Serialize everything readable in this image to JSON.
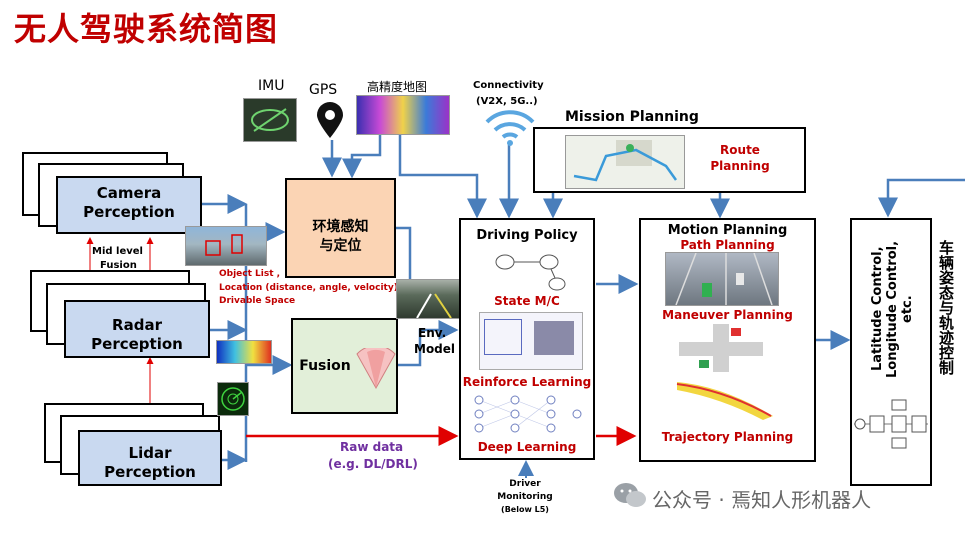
{
  "title": "无人驾驶系统简图",
  "sensors": {
    "imu": "IMU",
    "gps": "GPS",
    "hdmap": "高精度地图",
    "connectivity_line1": "Connectivity",
    "connectivity_line2": "(V2X, 5G..)"
  },
  "perception": {
    "camera_line1": "Camera",
    "camera_line2": "Perception",
    "radar_line1": "Radar",
    "radar_line2": "Perception",
    "lidar_line1": "Lidar",
    "lidar_line2": "Perception",
    "mid_level_line1": "Mid level",
    "mid_level_line2": "Fusion"
  },
  "object_list": {
    "line1": "Object List ,",
    "line2": "Location (distance, angle, velocity)",
    "line3": "Drivable Space"
  },
  "localization": {
    "line1": "环境感知",
    "line2": "与定位"
  },
  "fusion": "Fusion",
  "env_model": {
    "line1": "Env.",
    "line2": "Model"
  },
  "raw_data": {
    "line1": "Raw data",
    "line2": "(e.g. DL/DRL)"
  },
  "driving_policy": {
    "title": "Driving Policy",
    "state_mc": "State M/C",
    "reinforce": "Reinforce Learning",
    "deep": "Deep Learning"
  },
  "driver_monitoring": {
    "line1": "Driver",
    "line2": "Monitoring",
    "line3": "(Below L5)"
  },
  "mission_planning": {
    "title": "Mission Planning",
    "route_line1": "Route",
    "route_line2": "Planning"
  },
  "motion_planning": {
    "title": "Motion Planning",
    "path": "Path Planning",
    "maneuver": "Maneuver Planning",
    "trajectory": "Trajectory Planning"
  },
  "control": {
    "text": "Latitude Control, Longitude Control, etc."
  },
  "vehicle_control": "车辆姿态与轨迹控制",
  "watermark": "公众号 · 焉知人形机器人",
  "colors": {
    "title": "#c00000",
    "arrow_blue": "#4a7ebb",
    "arrow_red": "#e00000",
    "box_fill": "#c9d9f0",
    "localization_fill": "#fbd4b4",
    "fusion_fill": "#e2efd9"
  }
}
